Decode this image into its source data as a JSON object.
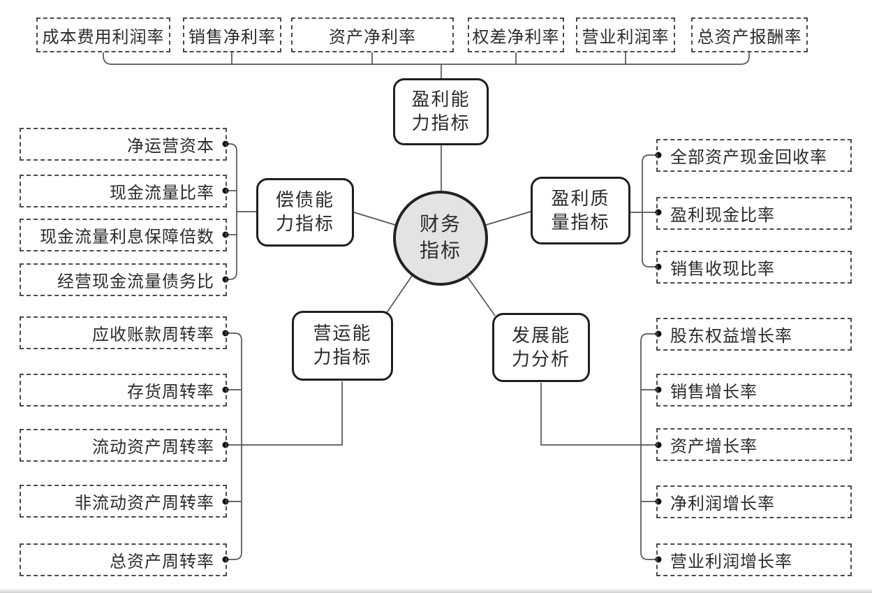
{
  "diagram": {
    "center": {
      "label": [
        "财务",
        "指标"
      ]
    },
    "branches": {
      "profitability": {
        "label": [
          "盈利能",
          "力指标"
        ],
        "items": [
          "成本费用利润率",
          "销售净利率",
          "资产净利率",
          "权差净利率",
          "营业利润率",
          "总资产报酬率"
        ]
      },
      "solvency": {
        "label": [
          "偿债能",
          "力指标"
        ],
        "items": [
          "净运营资本",
          "现金流量比率",
          "现金流量利息保障倍数",
          "经营现金流量债务比"
        ]
      },
      "profit_quality": {
        "label": [
          "盈利质",
          "量指标"
        ],
        "items": [
          "全部资产现金回收率",
          "盈利现金比率",
          "销售收现比率"
        ]
      },
      "operating": {
        "label": [
          "营运能",
          "力指标"
        ],
        "items": [
          "应收账款周转率",
          "存货周转率",
          "流动资产周转率",
          "非流动资产周转率",
          "总资产周转率"
        ]
      },
      "development": {
        "label": [
          "发展能",
          "力分析"
        ],
        "items": [
          "股东权益增长率",
          "销售增长率",
          "资产增长率",
          "净利润增长率",
          "营业利润增长率"
        ]
      }
    },
    "colors": {
      "background": "#ffffff",
      "node_border": "#1f1f1f",
      "dashed_border": "#4a4a4a",
      "connector_line": "#555555",
      "bullet": "#111111",
      "hub_fill": "#e3e3e3",
      "text": "#2b2b2b"
    }
  }
}
